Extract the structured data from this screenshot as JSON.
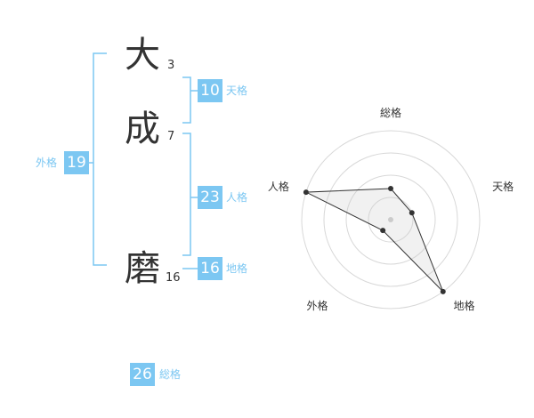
{
  "name": {
    "chars": [
      {
        "char": "大",
        "strokes": "3"
      },
      {
        "char": "成",
        "strokes": "7"
      },
      {
        "char": "磨",
        "strokes": "16"
      }
    ]
  },
  "fortunes": {
    "tenkaku": {
      "value": "10",
      "label": "天格"
    },
    "jinkaku": {
      "value": "23",
      "label": "人格"
    },
    "chikaku": {
      "value": "16",
      "label": "地格"
    },
    "gaikaku": {
      "value": "19",
      "label": "外格"
    },
    "soukaku": {
      "value": "26",
      "label": "総格"
    }
  },
  "colors": {
    "accent": "#7cc7f2",
    "text": "#333333"
  },
  "chart_data": {
    "type": "radar",
    "axes": [
      "総格",
      "天格",
      "地格",
      "外格",
      "人格"
    ],
    "values": [
      0.35,
      0.25,
      1.0,
      0.15,
      1.0
    ],
    "rings": 4,
    "grid": true
  }
}
